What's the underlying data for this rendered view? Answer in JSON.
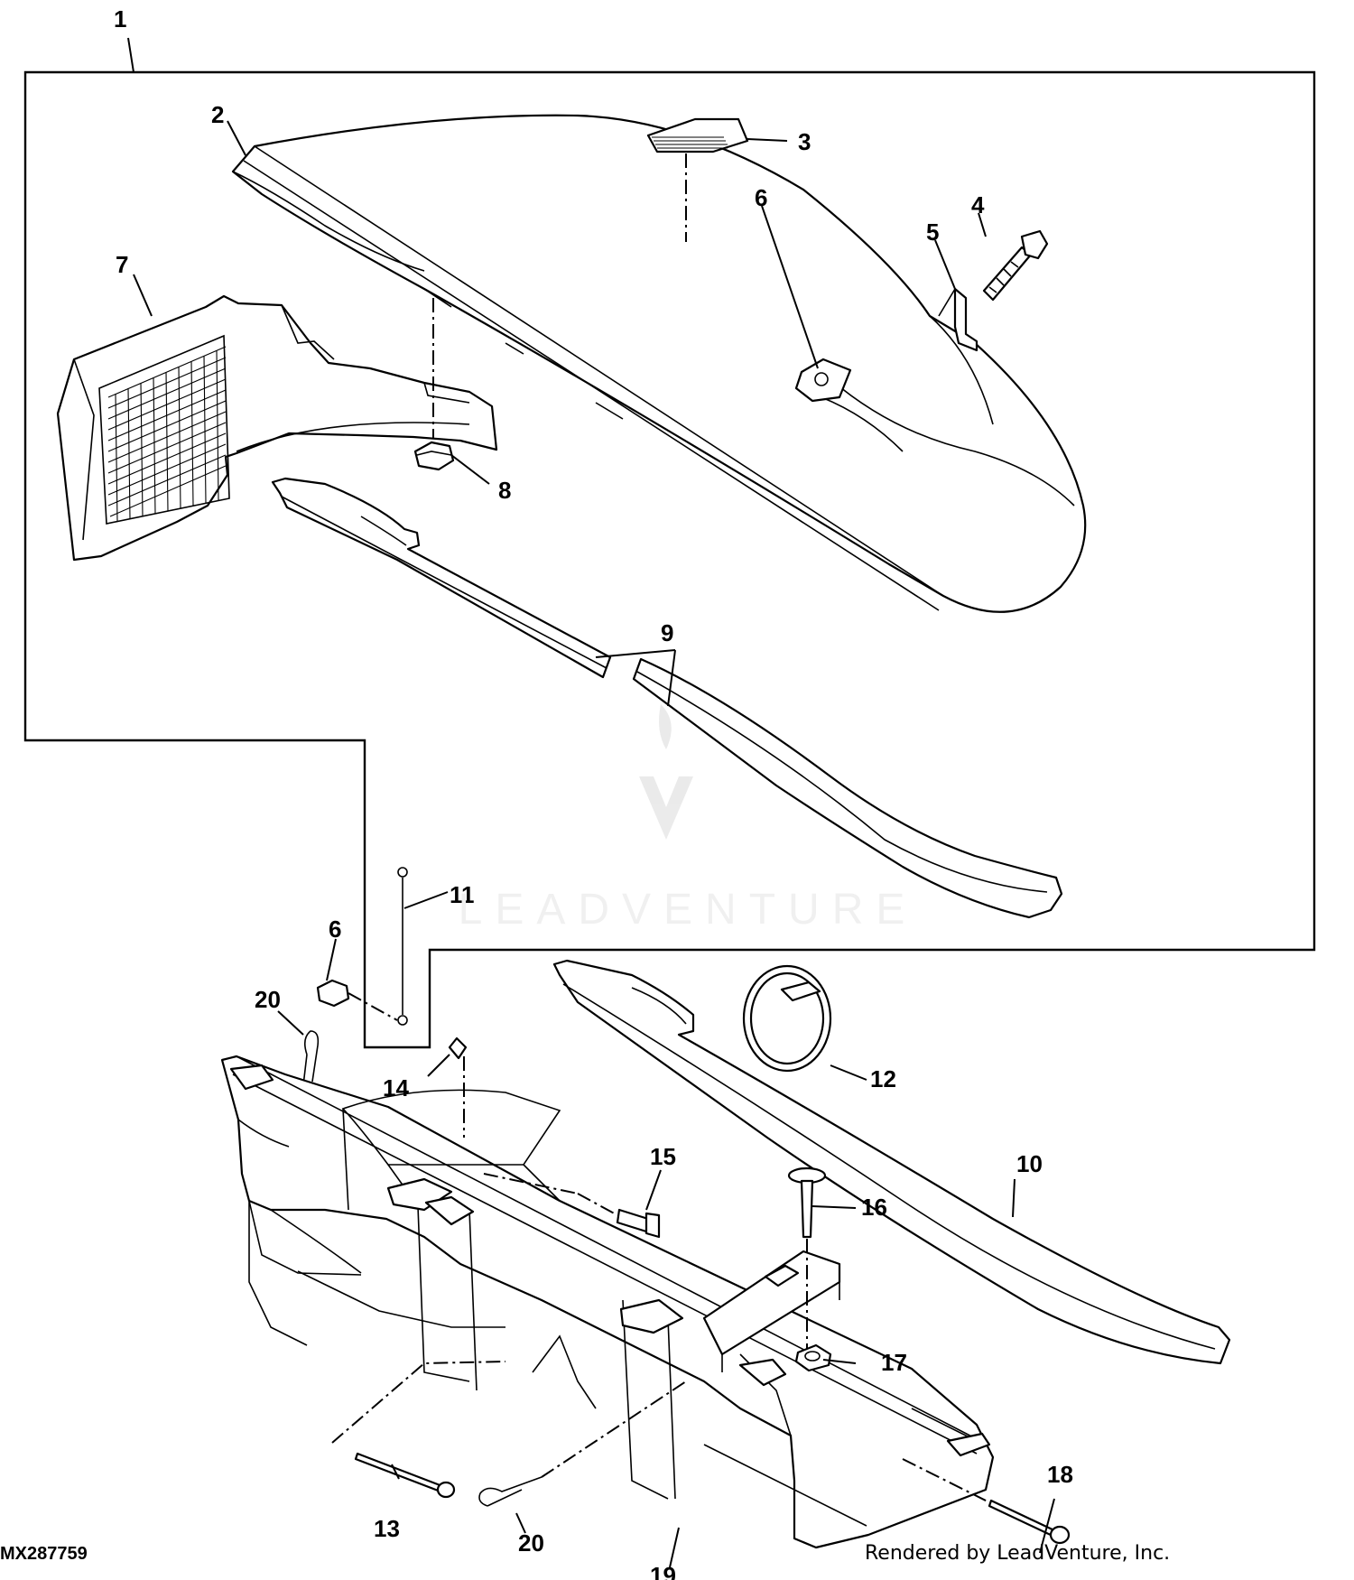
{
  "diagram": {
    "id_code": "MX287759",
    "credit": "Rendered by LeadVenture, Inc.",
    "watermark": "LEADVENTURE",
    "callouts": [
      "1",
      "2",
      "3",
      "4",
      "5",
      "6",
      "7",
      "8",
      "9",
      "10",
      "11",
      "12",
      "13",
      "14",
      "15",
      "16",
      "17",
      "18",
      "19",
      "20"
    ],
    "callout_repeats": [
      "6",
      "20"
    ]
  }
}
